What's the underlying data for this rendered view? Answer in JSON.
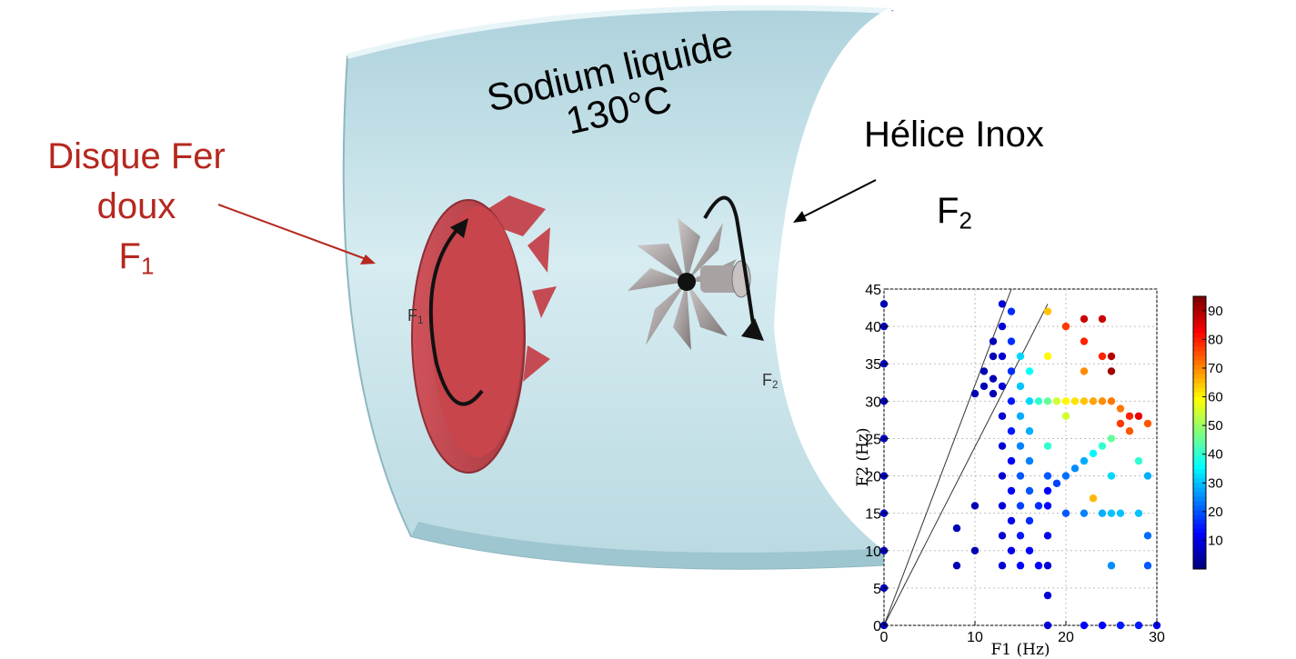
{
  "labels": {
    "disk": {
      "line1": "Disque Fer",
      "line2": "doux",
      "freq_main": "F",
      "freq_sub": "1"
    },
    "propeller": {
      "line1": "Hélice Inox",
      "freq_main": "F",
      "freq_sub": "2"
    },
    "cylinder_text": {
      "line1": "Sodium liquide",
      "line2": "130°C"
    },
    "small_f1": {
      "main": "F",
      "sub": "1"
    },
    "small_f2": {
      "main": "F",
      "sub": "2"
    }
  },
  "colors": {
    "annotation_red": "#b5281e",
    "disk_red": "#c7454b",
    "cylinder": "#c9e3ea"
  },
  "chart_data": {
    "type": "scatter",
    "xlabel": "F1 (Hz)",
    "ylabel": "F2 (Hz)",
    "xlim": [
      0,
      30
    ],
    "ylim": [
      0,
      45
    ],
    "xticks": [
      0,
      10,
      20,
      30
    ],
    "yticks": [
      0,
      5,
      10,
      15,
      20,
      25,
      30,
      35,
      40,
      45
    ],
    "grid": true,
    "colorbar": {
      "ticks": [
        10,
        20,
        30,
        40,
        50,
        60,
        70,
        80,
        90
      ],
      "range": [
        0,
        95
      ],
      "colormap": "jet"
    },
    "reference_lines": [
      {
        "from": [
          0,
          0
        ],
        "to": [
          14,
          45
        ]
      },
      {
        "from": [
          0,
          0
        ],
        "to": [
          18,
          43
        ]
      }
    ],
    "points": [
      [
        0,
        0,
        5
      ],
      [
        0,
        5,
        5
      ],
      [
        0,
        10,
        5
      ],
      [
        0,
        15,
        5
      ],
      [
        0,
        20,
        5
      ],
      [
        0,
        25,
        5
      ],
      [
        0,
        30,
        5
      ],
      [
        0,
        35,
        5
      ],
      [
        0,
        40,
        5
      ],
      [
        0,
        43,
        5
      ],
      [
        8,
        8,
        5
      ],
      [
        8,
        13,
        5
      ],
      [
        10,
        10,
        5
      ],
      [
        10,
        16,
        5
      ],
      [
        10,
        31,
        5
      ],
      [
        11,
        32,
        5
      ],
      [
        11,
        34,
        5
      ],
      [
        12,
        31,
        5
      ],
      [
        12,
        33,
        5
      ],
      [
        12,
        36,
        5
      ],
      [
        12,
        38,
        5
      ],
      [
        13,
        8,
        8
      ],
      [
        13,
        12,
        8
      ],
      [
        13,
        16,
        8
      ],
      [
        13,
        20,
        8
      ],
      [
        13,
        24,
        8
      ],
      [
        13,
        28,
        8
      ],
      [
        13,
        32,
        8
      ],
      [
        13,
        36,
        8
      ],
      [
        13,
        40,
        8
      ],
      [
        13,
        43,
        8
      ],
      [
        14,
        10,
        10
      ],
      [
        14,
        14,
        10
      ],
      [
        14,
        18,
        12
      ],
      [
        14,
        22,
        12
      ],
      [
        14,
        26,
        14
      ],
      [
        14,
        30,
        14
      ],
      [
        14,
        34,
        16
      ],
      [
        14,
        38,
        16
      ],
      [
        14,
        42,
        16
      ],
      [
        15,
        8,
        12
      ],
      [
        15,
        12,
        14
      ],
      [
        15,
        16,
        18
      ],
      [
        15,
        20,
        20
      ],
      [
        15,
        24,
        24
      ],
      [
        15,
        28,
        28
      ],
      [
        15,
        32,
        30
      ],
      [
        15,
        36,
        32
      ],
      [
        16,
        10,
        12
      ],
      [
        16,
        14,
        16
      ],
      [
        16,
        18,
        20
      ],
      [
        16,
        22,
        24
      ],
      [
        16,
        26,
        28
      ],
      [
        16,
        30,
        32
      ],
      [
        16,
        34,
        36
      ],
      [
        17,
        8,
        12
      ],
      [
        17,
        16,
        16
      ],
      [
        17,
        30,
        40
      ],
      [
        18,
        0,
        8
      ],
      [
        18,
        4,
        8
      ],
      [
        18,
        8,
        8
      ],
      [
        18,
        12,
        10
      ],
      [
        18,
        16,
        12
      ],
      [
        18,
        18,
        12
      ],
      [
        18,
        20,
        20
      ],
      [
        18,
        24,
        40
      ],
      [
        18,
        30,
        45
      ],
      [
        18,
        36,
        60
      ],
      [
        18,
        42,
        65
      ],
      [
        19,
        19,
        18
      ],
      [
        19,
        30,
        55
      ],
      [
        20,
        20,
        22
      ],
      [
        20,
        28,
        55
      ],
      [
        20,
        30,
        60
      ],
      [
        20,
        40,
        78
      ],
      [
        21,
        21,
        25
      ],
      [
        21,
        30,
        62
      ],
      [
        22,
        22,
        28
      ],
      [
        22,
        30,
        65
      ],
      [
        22,
        34,
        70
      ],
      [
        22,
        38,
        80
      ],
      [
        22,
        41,
        88
      ],
      [
        23,
        23,
        35
      ],
      [
        23,
        30,
        68
      ],
      [
        23,
        17,
        66
      ],
      [
        24,
        24,
        40
      ],
      [
        24,
        30,
        70
      ],
      [
        24,
        36,
        80
      ],
      [
        24,
        41,
        88
      ],
      [
        25,
        25,
        45
      ],
      [
        25,
        30,
        72
      ],
      [
        25,
        34,
        92
      ],
      [
        25,
        36,
        90
      ],
      [
        25,
        15,
        30
      ],
      [
        25,
        20,
        32
      ],
      [
        25,
        8,
        25
      ],
      [
        26,
        27,
        78
      ],
      [
        26,
        29,
        72
      ],
      [
        27,
        28,
        80
      ],
      [
        27,
        26,
        75
      ],
      [
        28,
        28,
        85
      ],
      [
        28,
        15,
        30
      ],
      [
        28,
        22,
        40
      ],
      [
        29,
        27,
        75
      ],
      [
        29,
        20,
        28
      ],
      [
        29,
        12,
        22
      ],
      [
        29,
        8,
        20
      ],
      [
        22,
        0,
        12
      ],
      [
        24,
        0,
        12
      ],
      [
        26,
        0,
        14
      ],
      [
        28,
        0,
        14
      ],
      [
        30,
        0,
        10
      ],
      [
        20,
        15,
        20
      ],
      [
        22,
        15,
        24
      ],
      [
        24,
        15,
        28
      ],
      [
        26,
        15,
        30
      ]
    ]
  }
}
